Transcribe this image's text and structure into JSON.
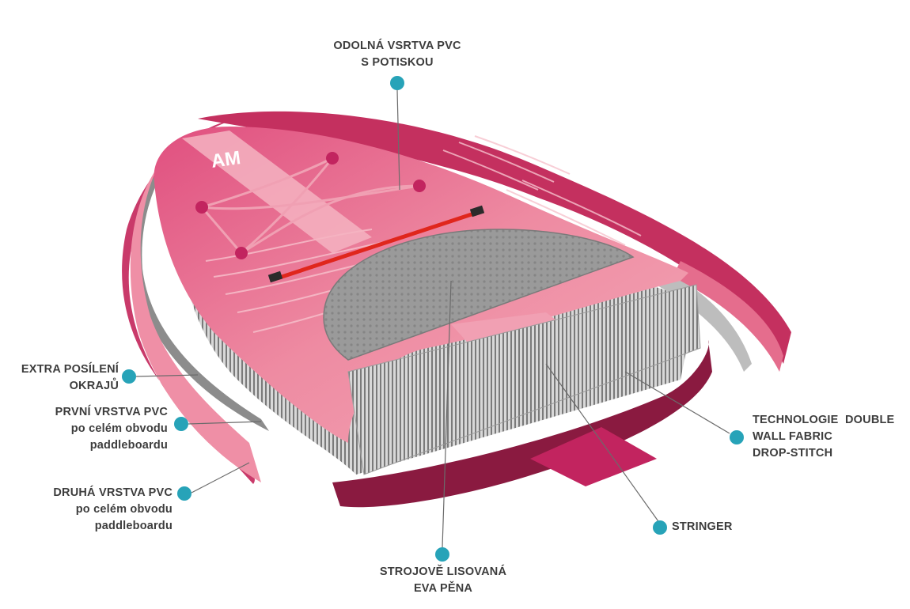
{
  "colors": {
    "accent_dot": "#27a3b8",
    "board_pink": "#ec8aa0",
    "board_magenta": "#c2245f",
    "foam_gray": "#8f8f8f",
    "label_text": "#3d3d3d",
    "stringer_red": "#e0261c"
  },
  "callouts": {
    "top_layer": {
      "line1": "ODOLNÁ VSRTVA PVC",
      "line2": "S POTISKOU"
    },
    "rail_reinforcement": {
      "line1": "EXTRA POSÍLENÍ",
      "line2": "OKRAJŮ"
    },
    "first_pvc": {
      "line1": "PRVNÍ VRSTVA PVC",
      "line2": "po celém obvodu",
      "line3": "paddleboardu"
    },
    "second_pvc": {
      "line1": "DRUHÁ VRSTVA PVC",
      "line2": "po celém obvodu",
      "line3": "paddleboardu"
    },
    "eva_foam": {
      "line1": "STROJOVĚ LISOVANÁ",
      "line2": "EVA PĚNA"
    },
    "stringer": {
      "line1": "STRINGER"
    },
    "drop_stitch": {
      "line1": "TECHNOLOGIE  DOUBLE",
      "line2": "WALL FABRIC",
      "line3": "DROP-STITCH"
    }
  },
  "logo": {
    "text": "AM"
  }
}
